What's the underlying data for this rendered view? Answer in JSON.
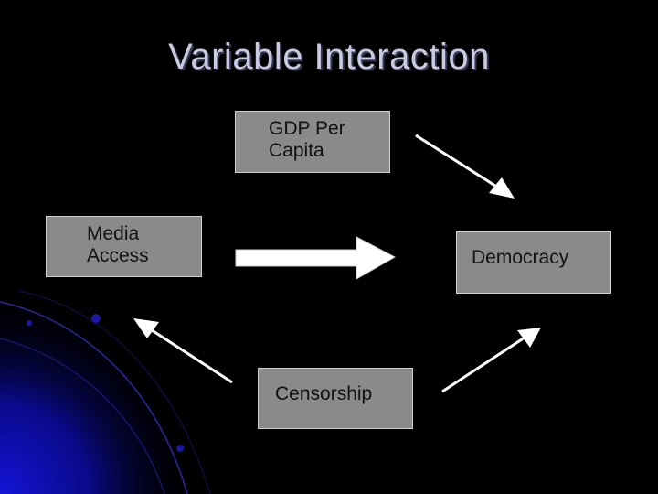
{
  "slide": {
    "title": "Variable Interaction"
  },
  "diagram": {
    "nodes": {
      "gdp": {
        "line1": "GDP Per",
        "line2": "Capita"
      },
      "media": {
        "line1": "Media",
        "line2": "Access"
      },
      "democracy": {
        "label": "Democracy"
      },
      "censorship": {
        "label": "Censorship"
      }
    },
    "edges": [
      {
        "from": "GDP Per Capita",
        "to": "Democracy",
        "style": "thin"
      },
      {
        "from": "Media Access",
        "to": "Democracy",
        "style": "thick"
      },
      {
        "from": "Censorship",
        "to": "Media Access",
        "style": "thin"
      },
      {
        "from": "Censorship",
        "to": "Democracy",
        "style": "thin"
      }
    ]
  },
  "colors": {
    "background": "#000000",
    "accent_blue": "#1010c0",
    "box_fill": "#8a8a8a",
    "title_text": "#c9cbe3",
    "arrow": "#ffffff"
  }
}
